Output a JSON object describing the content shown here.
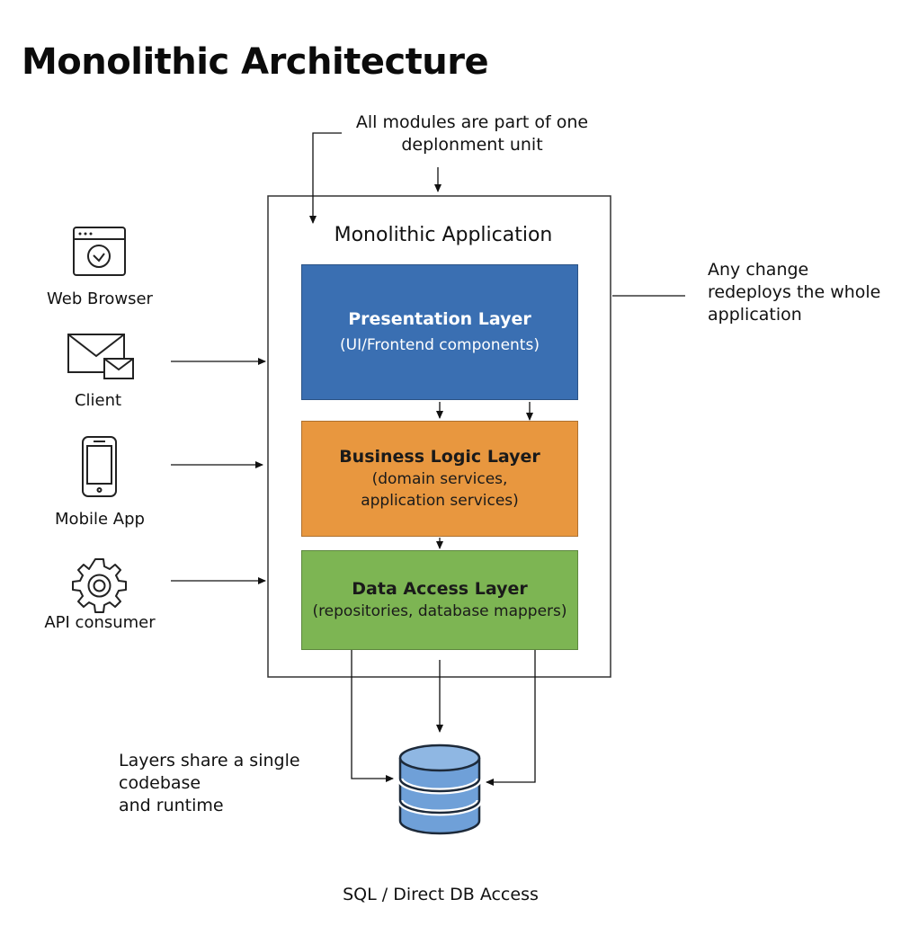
{
  "title": "Monolithic Architecture",
  "annotations": {
    "deployment_line1": "All modules are part of one",
    "deployment_line2": "deplonment unit",
    "redeploy_line1": "Any change",
    "redeploy_line2": "redeploys the whole",
    "redeploy_line3": "application",
    "shared_line1": "Layers share a single",
    "shared_line2": "codebase",
    "shared_line3": "and runtime"
  },
  "clients": [
    {
      "label": "Web Browser",
      "icon": "browser-icon"
    },
    {
      "label": "Client",
      "icon": "envelope-icon"
    },
    {
      "label": "Mobile App",
      "icon": "mobile-phone-icon"
    },
    {
      "label": "API consumer",
      "icon": "gear-icon"
    }
  ],
  "application": {
    "title": "Monolithic Application",
    "layers": [
      {
        "title": "Presentation Layer",
        "subtitle_lines": [
          "(UI/Frontend components)"
        ],
        "color": "#3a6fb2"
      },
      {
        "title": "Business Logic Layer",
        "subtitle_lines": [
          "(domain services,",
          "application services)"
        ],
        "color": "#e8973f"
      },
      {
        "title": "Data Access Layer",
        "subtitle_lines": [
          "(repositories, database mappers)"
        ],
        "color": "#7db553"
      }
    ]
  },
  "database": {
    "caption": "SQL / Direct DB Access",
    "icon": "database-icon",
    "color": "#6fa0d8"
  }
}
